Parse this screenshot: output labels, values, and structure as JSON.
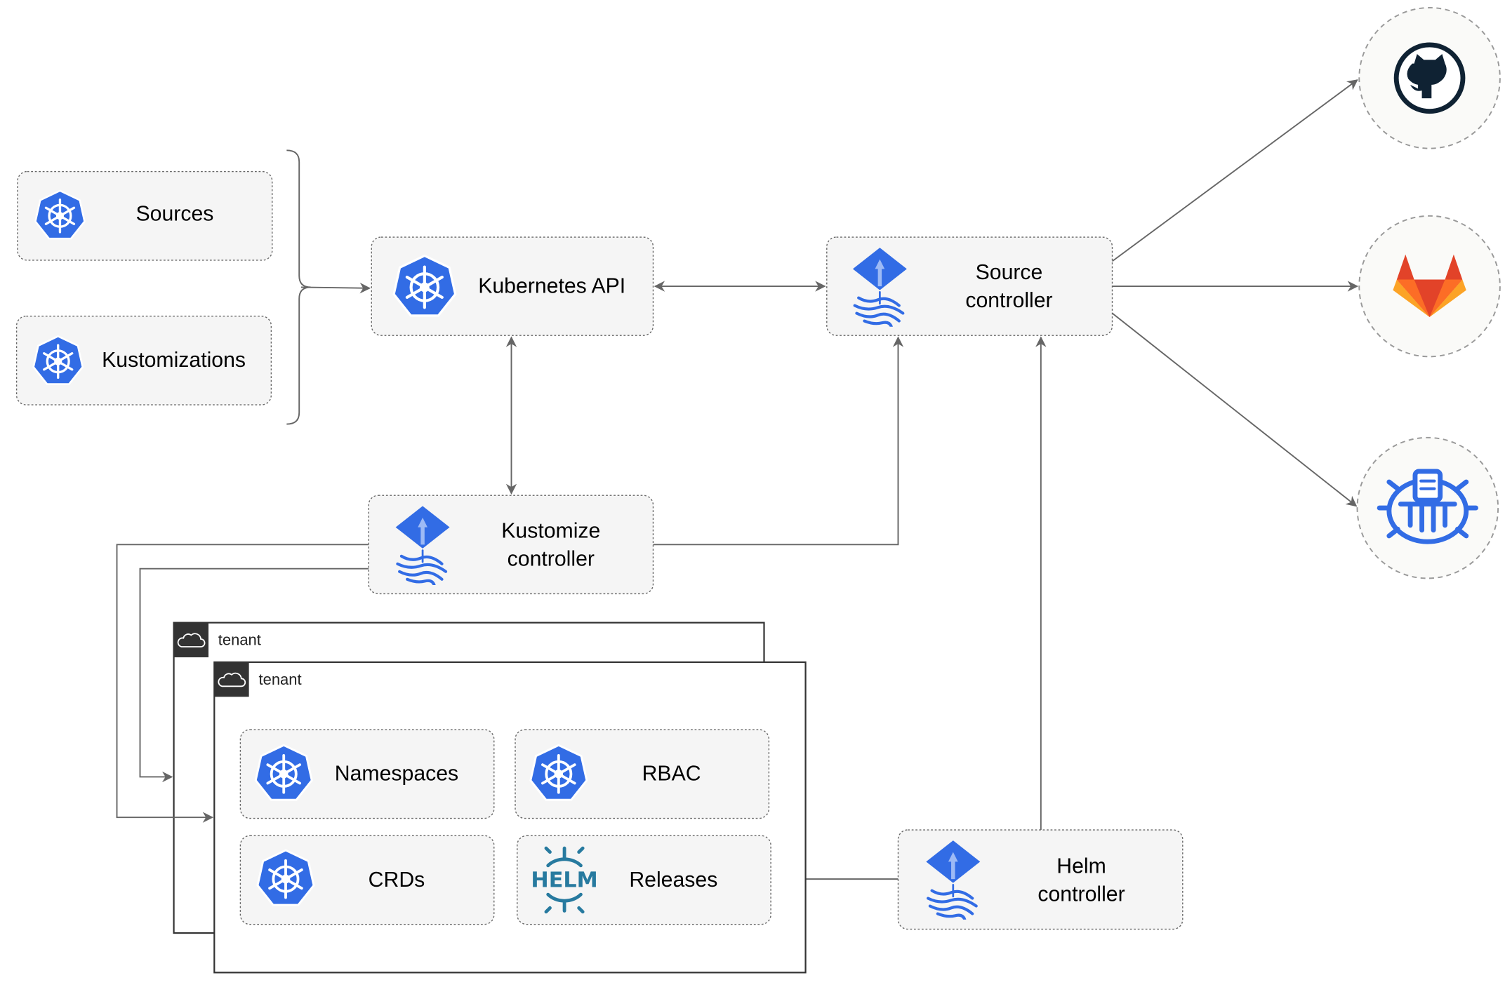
{
  "nodes": {
    "sources": {
      "label": "Sources",
      "icon": "kubernetes-icon"
    },
    "kustomizations": {
      "label": "Kustomizations",
      "icon": "kubernetes-icon"
    },
    "kubernetes_api": {
      "label": "Kubernetes API",
      "icon": "kubernetes-icon"
    },
    "source_controller": {
      "line1": "Source",
      "line2": "controller",
      "icon": "flux-icon"
    },
    "kustomize_controller": {
      "line1": "Kustomize",
      "line2": "controller",
      "icon": "flux-icon"
    },
    "helm_controller": {
      "line1": "Helm",
      "line2": "controller",
      "icon": "flux-icon"
    },
    "namespaces": {
      "label": "Namespaces",
      "icon": "kubernetes-icon"
    },
    "rbac": {
      "label": "RBAC",
      "icon": "kubernetes-icon"
    },
    "crds": {
      "label": "CRDs",
      "icon": "kubernetes-icon"
    },
    "releases": {
      "label": "Releases",
      "icon": "helm-icon",
      "icon_text": "HELM"
    }
  },
  "tenants": [
    {
      "label": "tenant",
      "icon": "cloud-icon"
    },
    {
      "label": "tenant",
      "icon": "cloud-icon"
    }
  ],
  "external": [
    {
      "icon": "github-icon"
    },
    {
      "icon": "gitlab-icon"
    },
    {
      "icon": "helm-repository-icon"
    }
  ],
  "colors": {
    "kubernetes_blue": "#326ce5",
    "helm_teal": "#277a9f",
    "github_dark": "#0f2233",
    "gitlab_orange": "#e24329",
    "gitlab_light": "#fca326",
    "edge": "#666666"
  }
}
